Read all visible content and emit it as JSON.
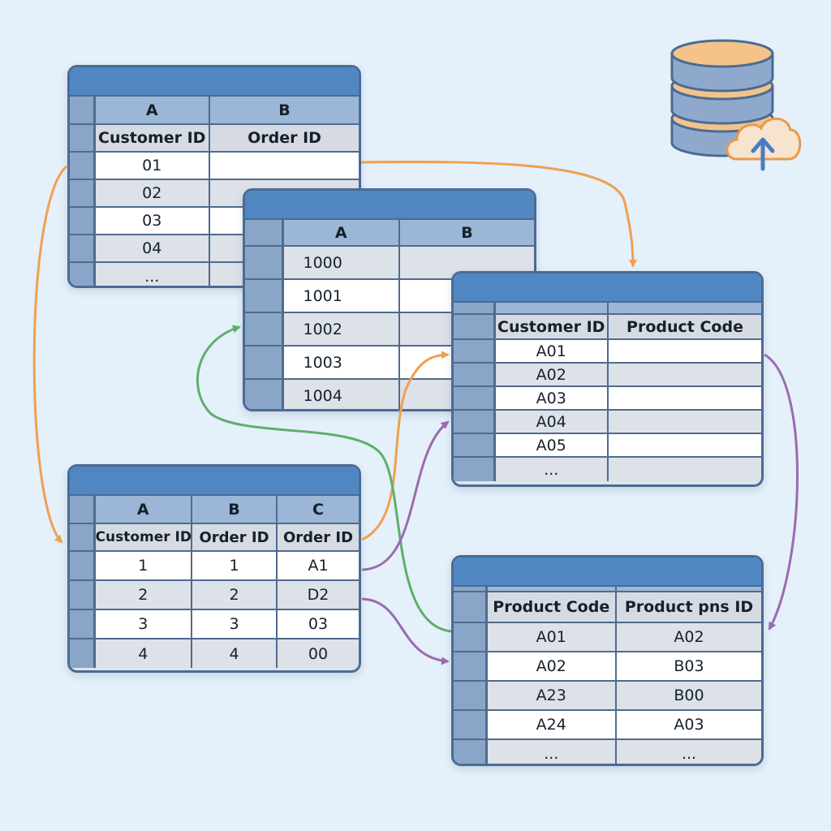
{
  "table1": {
    "letters": [
      "A",
      "B"
    ],
    "headers": [
      "Customer ID",
      "Order ID"
    ],
    "rows": [
      [
        "01",
        ""
      ],
      [
        "02",
        ""
      ],
      [
        "03",
        ""
      ],
      [
        "04",
        ""
      ],
      [
        "...",
        ""
      ]
    ]
  },
  "table2": {
    "letters": [
      "A",
      "B"
    ],
    "rows": [
      [
        "1000",
        ""
      ],
      [
        "1001",
        ""
      ],
      [
        "1002",
        ""
      ],
      [
        "1003",
        ""
      ],
      [
        "1004",
        ""
      ]
    ]
  },
  "table3": {
    "headers": [
      "Customer ID",
      "Product Code"
    ],
    "rows": [
      [
        "A01",
        ""
      ],
      [
        "A02",
        ""
      ],
      [
        "A03",
        ""
      ],
      [
        "A04",
        ""
      ],
      [
        "A05",
        ""
      ],
      [
        "...",
        ""
      ]
    ]
  },
  "table4": {
    "letters": [
      "A",
      "B",
      "C"
    ],
    "headers": [
      "Customer ID",
      "Order ID",
      "Order ID"
    ],
    "rows": [
      [
        "1",
        "1",
        "A1"
      ],
      [
        "2",
        "2",
        "D2"
      ],
      [
        "3",
        "3",
        "03"
      ],
      [
        "4",
        "4",
        "00"
      ]
    ]
  },
  "table5": {
    "headers": [
      "Product Code",
      "Product pns ID"
    ],
    "rows": [
      [
        "A01",
        "A02"
      ],
      [
        "A02",
        "B03"
      ],
      [
        "A23",
        "B00"
      ],
      [
        "A24",
        "A03"
      ],
      [
        "...",
        "..."
      ]
    ]
  },
  "colors": {
    "orange": "#f0a050",
    "green": "#5fae6a",
    "purple": "#9a6bb0",
    "title_bar": "#5087c3",
    "db_disk": "#f3c38a",
    "db_body": "#8ea9cc",
    "cloud_arrow": "#4a7bbf"
  },
  "icons": [
    "database-icon",
    "cloud-upload-icon"
  ]
}
